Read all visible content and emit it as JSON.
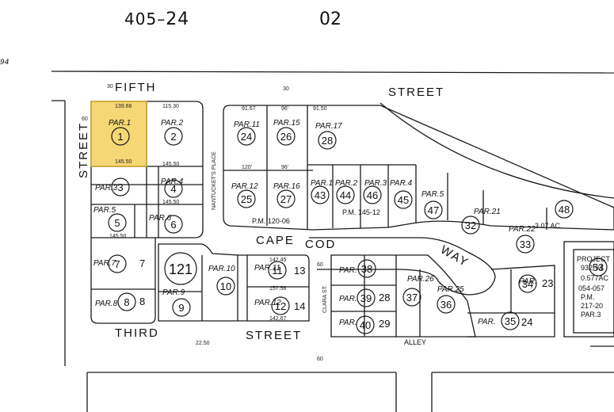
{
  "header": {
    "book": "405",
    "page": "24",
    "sheet": "02",
    "left_mark": "94"
  },
  "streets": {
    "fifth_left": "FIFTH",
    "fifth_right": "STREET",
    "street_vertical": "STREET",
    "nantucket": "NANTUCKET'S PLACE",
    "cape": "CAPE",
    "cod": "COD",
    "way": "WAY",
    "third": "THIRD",
    "third_street": "STREET",
    "clara": "CLARA ST.",
    "alley": "ALLEY"
  },
  "parcels": [
    {
      "par": "PAR.1",
      "num": "1"
    },
    {
      "par": "PAR.2",
      "num": "2"
    },
    {
      "par": "PAR.3",
      "num": "3"
    },
    {
      "par": "PAR.4",
      "num": "4"
    },
    {
      "par": "PAR.5",
      "num": "5"
    },
    {
      "par": "PAR.6",
      "num": "6"
    },
    {
      "par": "PAR.7",
      "num": "7"
    },
    {
      "par": "PAR.8",
      "num": "8"
    },
    {
      "par": "PAR.9",
      "num": "9"
    },
    {
      "par": "PAR.10",
      "num": "10"
    },
    {
      "par": "PAR.11",
      "num": "11"
    },
    {
      "par": "PAR.12",
      "num": "12"
    },
    {
      "par": "PAR.11",
      "num": "24"
    },
    {
      "par": "PAR.15",
      "num": "26"
    },
    {
      "par": "PAR.17",
      "num": "28"
    },
    {
      "par": "PAR.12",
      "num": "25"
    },
    {
      "par": "PAR.16",
      "num": "27"
    },
    {
      "par": "PAR.1",
      "num": "43"
    },
    {
      "par": "PAR.2",
      "num": "44"
    },
    {
      "par": "PAR.3",
      "num": "46"
    },
    {
      "par": "PAR.4",
      "num": "45"
    },
    {
      "par": "PAR.5",
      "num": "47"
    },
    {
      "par": "PAR.21",
      "num": "32"
    },
    {
      "par": "PAR.22",
      "num": "33"
    },
    {
      "par": "PAR.",
      "num": "38"
    },
    {
      "par": "PAR.",
      "num": "39"
    },
    {
      "par": "PAR.",
      "num": "40"
    },
    {
      "par": "PAR.26",
      "num": "37"
    },
    {
      "par": "PAR.25",
      "num": "36"
    },
    {
      "par": "PAR.",
      "num": "35"
    },
    {
      "par": "PAR.",
      "num": "34"
    },
    {
      "par": "",
      "num": "48"
    },
    {
      "par": "",
      "num": "53"
    }
  ],
  "block_number": "121",
  "pm_labels": {
    "pm1": "P.M. 120-06",
    "pm2": "P.M. 145-12"
  },
  "acreage": {
    "a48": "3.07 AC.",
    "a53": "0.577AC"
  },
  "project": {
    "title": "PROJECT",
    "line1": "932-94",
    "line2": "054-057",
    "pm": "P.M.",
    "pm_num": "217-20",
    "par": "PAR.3"
  },
  "side_nums": {
    "s7": "7",
    "s8": "8",
    "s13": "13",
    "s14": "14",
    "s28": "28",
    "s29": "29",
    "s24": "24",
    "s23": "23"
  },
  "dims": {
    "d1": "139.66",
    "d2": "115.30",
    "d3": "145.50",
    "d4": "145.50",
    "d5": "145.50",
    "d6": "145.50",
    "d7": "120'",
    "d8": "96'",
    "d9": "91.67",
    "d10": "96'",
    "d11": "91.50",
    "d12": "142.45",
    "d13": "157.56",
    "d14": "142.67",
    "d15": "22.50",
    "d16": "60",
    "d17": "60",
    "d18": "60",
    "d19": "30",
    "d20": "30"
  },
  "colors": {
    "highlight_fill": "#f6d775",
    "highlight_stroke": "#c9a227",
    "line": "#1a1a1a"
  }
}
